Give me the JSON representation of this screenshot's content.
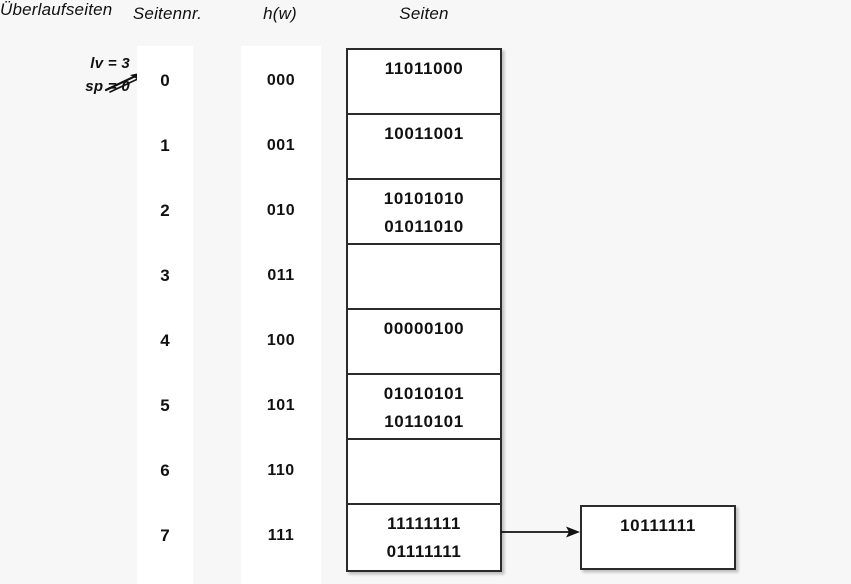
{
  "headers": {
    "seitennr": "Seitennr.",
    "hw": "h(w)",
    "seiten": "Seiten",
    "ueberlaufseiten": "Überlaufseiten"
  },
  "annotation": {
    "lv": "lv = 3",
    "sp": "sp = 0",
    "arrow_icon": "arrow-pointer-icon"
  },
  "colors": {
    "page_background": "#f7f7f7",
    "strip_background": "#ffffff",
    "box_border": "#2b2b2b",
    "text": "#111111"
  },
  "rows": [
    {
      "index": "0",
      "hash": "000",
      "entries": [
        "11011000"
      ]
    },
    {
      "index": "1",
      "hash": "001",
      "entries": [
        "10011001"
      ]
    },
    {
      "index": "2",
      "hash": "010",
      "entries": [
        "10101010",
        "01011010"
      ]
    },
    {
      "index": "3",
      "hash": "011",
      "entries": []
    },
    {
      "index": "4",
      "hash": "100",
      "entries": [
        "00000100"
      ]
    },
    {
      "index": "5",
      "hash": "101",
      "entries": [
        "01010101",
        "10110101"
      ]
    },
    {
      "index": "6",
      "hash": "110",
      "entries": []
    },
    {
      "index": "7",
      "hash": "111",
      "entries": [
        "11111111",
        "01111111"
      ]
    }
  ],
  "overflow": {
    "source_row_index": "7",
    "connector_icon": "arrow-right-icon",
    "entries": [
      "10111111"
    ]
  }
}
